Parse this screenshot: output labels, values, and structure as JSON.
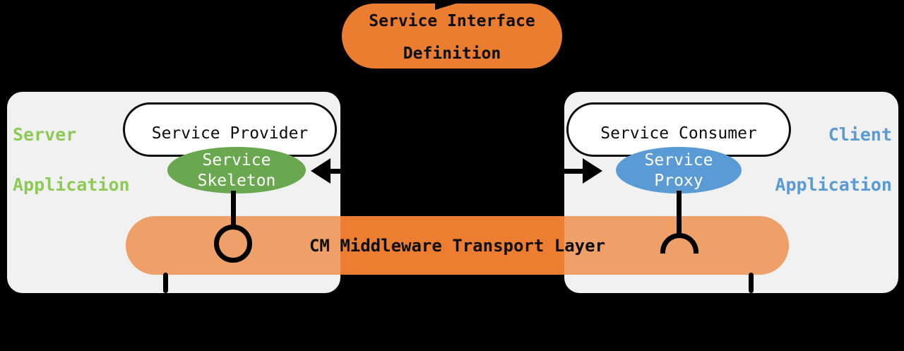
{
  "title": {
    "line1": "Service Interface",
    "line2": "Definition"
  },
  "server_box": {
    "label_line1": "Server",
    "label_line2": "Application",
    "provider_label": "Service Provider",
    "skeleton_line1": "Service",
    "skeleton_line2": "Skeleton"
  },
  "client_box": {
    "label_line1": "Client",
    "label_line2": "Application",
    "consumer_label": "Service Consumer",
    "proxy_line1": "Service",
    "proxy_line2": "Proxy"
  },
  "transport_bar": {
    "label": "CM Middleware Transport Layer"
  },
  "colors": {
    "orange": "#ED7D31",
    "orange_over_box": "#EF9F68",
    "green_ellipse": "#6AA84F",
    "green_label": "#8DCB56",
    "blue_ellipse": "#5B9BD5",
    "blue_label": "#5B9BD5",
    "box_gray": "#F1F1F1",
    "line_black": "#000000"
  }
}
